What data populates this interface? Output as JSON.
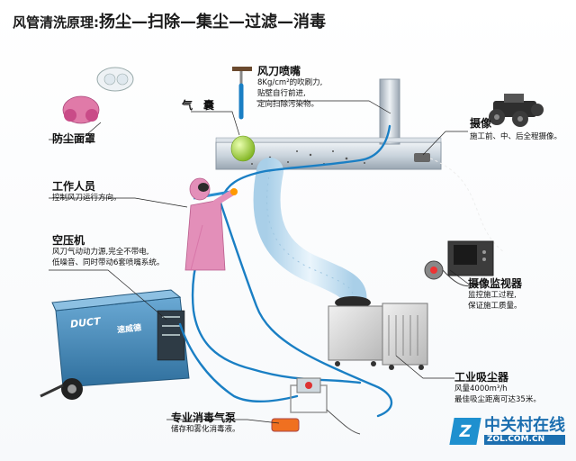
{
  "title": {
    "heading": "风管清洗原理:",
    "steps": "扬尘—扫除—集尘—过滤—消毒"
  },
  "labels": {
    "mask": {
      "name": "防尘面罩"
    },
    "airbag": {
      "name": "气　囊"
    },
    "nozzle": {
      "name": "风刀喷嘴",
      "desc": "8Kg/cm²的吹刷力,\n贴壁自行前进,\n定向扫除污染物。"
    },
    "camera": {
      "name": "摄像",
      "desc": "施工前、中、后全程摄像。"
    },
    "worker": {
      "name": "工作人员",
      "desc": "控制风刀运行方向。"
    },
    "compressor": {
      "name": "空压机",
      "desc": "风刀气动动力源,完全不带电,\n低噪音、同时带动6套喷嘴系统。"
    },
    "monitor": {
      "name": "摄像监视器",
      "desc": "监控施工过程,\n保证施工质量。"
    },
    "collector": {
      "name": "工业吸尘器",
      "desc": "风量4000m³/h\n最佳吸尘距离可达35米。"
    },
    "pump": {
      "name": "专业消毒气泵",
      "desc": "储存和雾化消毒液。"
    }
  },
  "machine_text": {
    "brand": "DUCT",
    "brand_cn": "速威德"
  },
  "watermark": {
    "cn": "中关村在线",
    "en": "ZOL.COM.CN",
    "logo": "Z"
  },
  "colors": {
    "duct": "#c9d3dc",
    "hose_blue": "#1a7fc4",
    "flex_duct": "#cfe6f5",
    "balloon": "#a6d83a",
    "compressor": "#3f86b8",
    "collector": "#d9d9d9",
    "suit": "#e38fb9",
    "watermark": "#1c6fb0"
  }
}
